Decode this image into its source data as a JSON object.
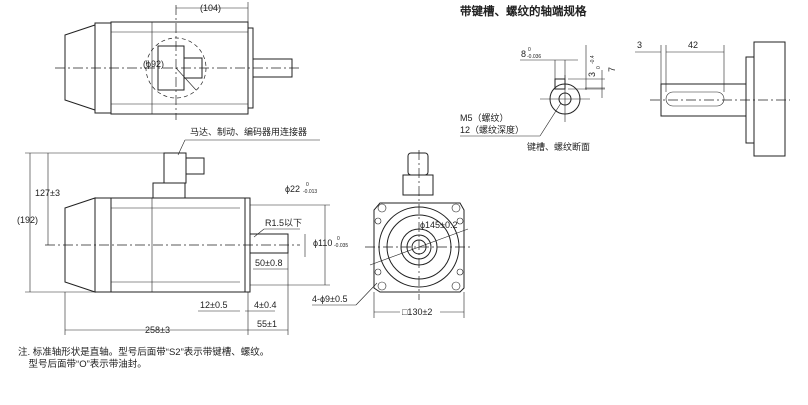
{
  "top_view": {
    "dim_104": "(104)",
    "dim_phi92": "(ϕ92)"
  },
  "side_view": {
    "connector_label": "马达、制动、编码器用连接器",
    "dim_192": "(192)",
    "dim_127": "127±3",
    "dim_phi22": "ϕ22",
    "dim_phi22_tol_upper": "0",
    "dim_phi22_tol_lower": "-0.013",
    "dim_r15": "R1.5以下",
    "dim_phi110": "ϕ110",
    "dim_phi110_tol_upper": "0",
    "dim_phi110_tol_lower": "-0.035",
    "dim_50": "50±0.8",
    "dim_12": "12±0.5",
    "dim_4": "4±0.4",
    "dim_258": "258±3",
    "dim_55": "55±1",
    "dim_holes": "4-ϕ9±0.5"
  },
  "front_view": {
    "dim_phi145": "ϕ145±0.2",
    "dim_130": "□130±2"
  },
  "shaft_spec": {
    "title": "带键槽、螺纹的轴端规格",
    "dim_8": "8",
    "dim_8_tol_upper": "0",
    "dim_8_tol_lower": "-0.036",
    "dim_3": "3",
    "dim_3_tol_upper": "0",
    "dim_3_tol_lower": "-0.4",
    "dim_7": "7",
    "thread_label": "M5（螺纹）",
    "depth_label": "12（螺纹深度）",
    "section_caption": "键槽、螺纹断面",
    "dim_side_3": "3",
    "dim_side_42": "42"
  },
  "notes": {
    "line1": "注. 标准轴形状是直轴。型号后面带“S2”表示带键槽、螺纹。",
    "line2": "    型号后面带“O”表示带油封。"
  }
}
